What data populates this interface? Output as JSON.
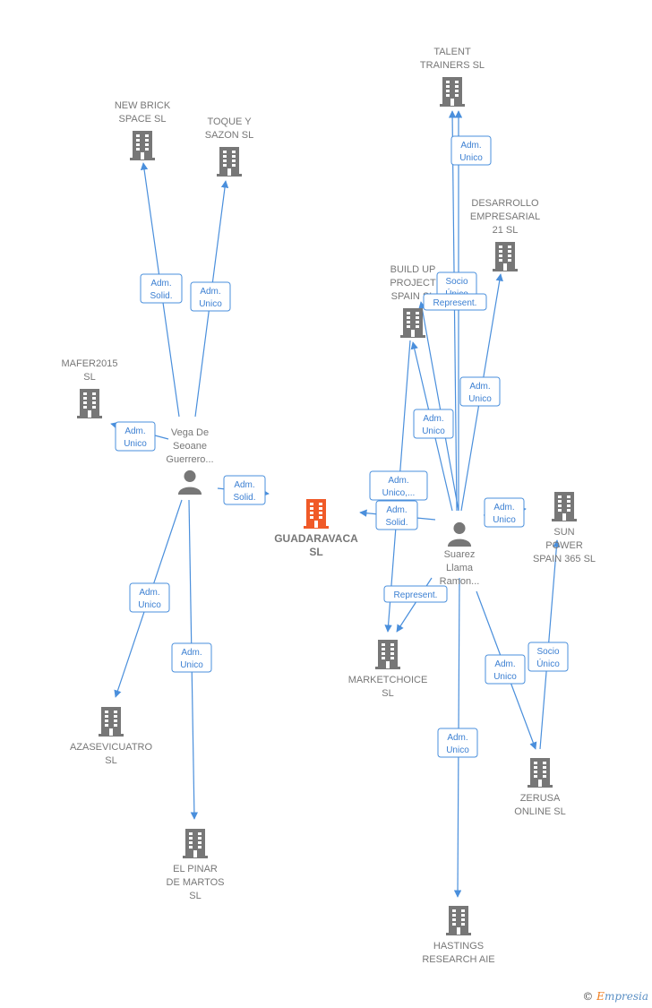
{
  "colors": {
    "edge": "#4a8fdc",
    "company": "#777777",
    "focus": "#f05a28",
    "person": "#777777"
  },
  "nodes": [
    {
      "id": "talent",
      "kind": "company",
      "lines": [
        "TALENT",
        "TRAINERS SL"
      ]
    },
    {
      "id": "newbrick",
      "kind": "company",
      "lines": [
        "NEW BRICK",
        "SPACE  SL"
      ]
    },
    {
      "id": "toque",
      "kind": "company",
      "lines": [
        "TOQUE Y",
        "SAZON  SL"
      ]
    },
    {
      "id": "desarrollo",
      "kind": "company",
      "lines": [
        "DESARROLLO",
        "EMPRESARIAL",
        "21 SL"
      ]
    },
    {
      "id": "buildup",
      "kind": "company",
      "lines": [
        "BUILD UP",
        "PROJECT",
        "SPAIN  SL"
      ]
    },
    {
      "id": "mafer",
      "kind": "company",
      "lines": [
        "MAFER2015",
        "SL"
      ]
    },
    {
      "id": "vega",
      "kind": "person",
      "lines": [
        "Vega De",
        "Seoane",
        "Guerrero..."
      ]
    },
    {
      "id": "guadaravaca",
      "kind": "focus",
      "lines": [
        "GUADARAVACA",
        "SL"
      ]
    },
    {
      "id": "suarez",
      "kind": "person",
      "lines": [
        "Suarez",
        "Llama",
        "Ramon..."
      ]
    },
    {
      "id": "sunpower",
      "kind": "company",
      "lines": [
        "SUN",
        "POWER",
        "SPAIN 365  SL"
      ]
    },
    {
      "id": "marketchoice",
      "kind": "company",
      "lines": [
        "MARKETCHOICE",
        "SL"
      ]
    },
    {
      "id": "azasevi",
      "kind": "company",
      "lines": [
        "AZASEVICUATRO",
        "SL"
      ]
    },
    {
      "id": "zerusa",
      "kind": "company",
      "lines": [
        "ZERUSA",
        "ONLINE  SL"
      ]
    },
    {
      "id": "elpinar",
      "kind": "company",
      "lines": [
        "EL PINAR",
        "DE MARTOS",
        "SL"
      ]
    },
    {
      "id": "hastings",
      "kind": "company",
      "lines": [
        "HASTINGS",
        "RESEARCH AIE"
      ]
    }
  ],
  "edges": [
    {
      "from": "vega",
      "to": "newbrick",
      "label": [
        "Adm.",
        "Solid."
      ]
    },
    {
      "from": "vega",
      "to": "toque",
      "label": [
        "Adm.",
        "Unico"
      ]
    },
    {
      "from": "vega",
      "to": "mafer",
      "label": [
        "Adm.",
        "Unico"
      ]
    },
    {
      "from": "vega",
      "to": "guadaravaca",
      "label": [
        "Adm.",
        "Solid."
      ]
    },
    {
      "from": "vega",
      "to": "azasevi",
      "label": [
        "Adm.",
        "Unico"
      ]
    },
    {
      "from": "vega",
      "to": "elpinar",
      "label": [
        "Adm.",
        "Unico"
      ]
    },
    {
      "from": "suarez",
      "to": "talent",
      "label": [
        "Adm.",
        "Unico"
      ]
    },
    {
      "from": "suarez",
      "to": "desarrollo",
      "label": [
        "Adm.",
        "Unico"
      ]
    },
    {
      "from": "suarez",
      "to": "buildup",
      "label": [
        "Adm.",
        "Unico"
      ]
    },
    {
      "from": "suarez",
      "to": "talent",
      "label": [
        "Socio",
        "Único"
      ]
    },
    {
      "from": "suarez",
      "to": "buildup",
      "label": [
        "Represent."
      ]
    },
    {
      "from": "suarez",
      "to": "guadaravaca",
      "label": [
        "Adm.",
        "Solid."
      ]
    },
    {
      "from": "suarez",
      "to": "marketchoice",
      "label": [
        "Adm.",
        "Unico,..."
      ]
    },
    {
      "from": "suarez",
      "to": "sunpower",
      "label": [
        "Adm.",
        "Unico"
      ]
    },
    {
      "from": "suarez",
      "to": "marketchoice",
      "label": [
        "Represent."
      ]
    },
    {
      "from": "suarez",
      "to": "zerusa",
      "label": [
        "Adm.",
        "Unico"
      ]
    },
    {
      "from": "suarez",
      "to": "hastings",
      "label": [
        "Adm.",
        "Unico"
      ]
    },
    {
      "from": "zerusa",
      "to": "sunpower",
      "label": [
        "Socio",
        "Único"
      ]
    }
  ],
  "watermark": {
    "symbol": "©",
    "brand_initial": "E",
    "brand_rest": "mpresia"
  }
}
